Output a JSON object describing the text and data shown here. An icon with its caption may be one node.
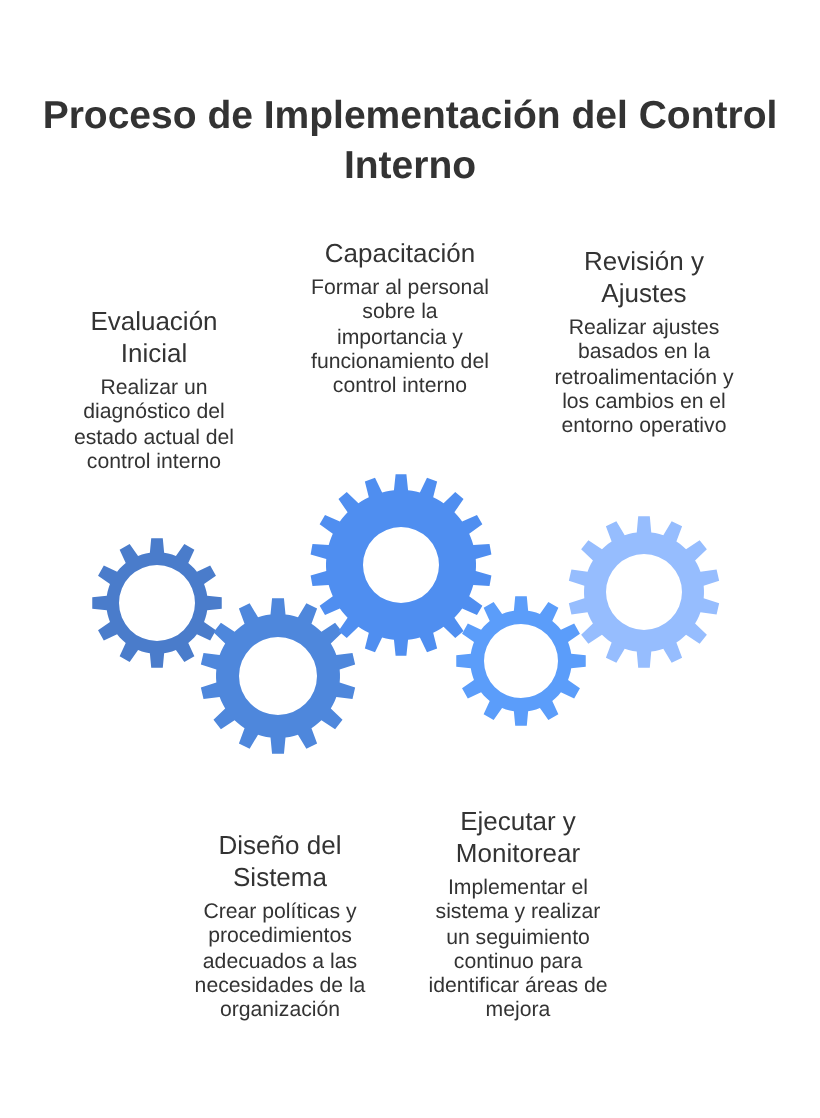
{
  "diagram": {
    "title": "Proceso de Implementación del Control Interno",
    "nodes": [
      {
        "text": [],
        "shape": "gear",
        "beside": [
          "Evaluación Inicial",
          "Realizar un diagnóstico del estado actual del control interno"
        ]
      },
      {
        "text": [],
        "shape": "gear",
        "beside": [
          "Diseño del Sistema",
          "Crear políticas y procedimientos adecuados a las necesidades de la organización"
        ]
      },
      {
        "text": [],
        "shape": "gear",
        "beside": [
          "Capacitación",
          "Formar al personal sobre la importancia y funcionamiento del control interno"
        ]
      },
      {
        "text": [],
        "shape": "gear",
        "beside": [
          "Ejecutar y Monitorear",
          "Implementar el sistema y realizar un seguimiento continuo para identificar áreas de mejora"
        ]
      },
      {
        "text": [],
        "shape": "gear",
        "beside": [
          "Revisión y Ajustes",
          "Realizar ajustes basados en la retroalimentación y los cambios en el entorno operativo"
        ]
      }
    ]
  }
}
